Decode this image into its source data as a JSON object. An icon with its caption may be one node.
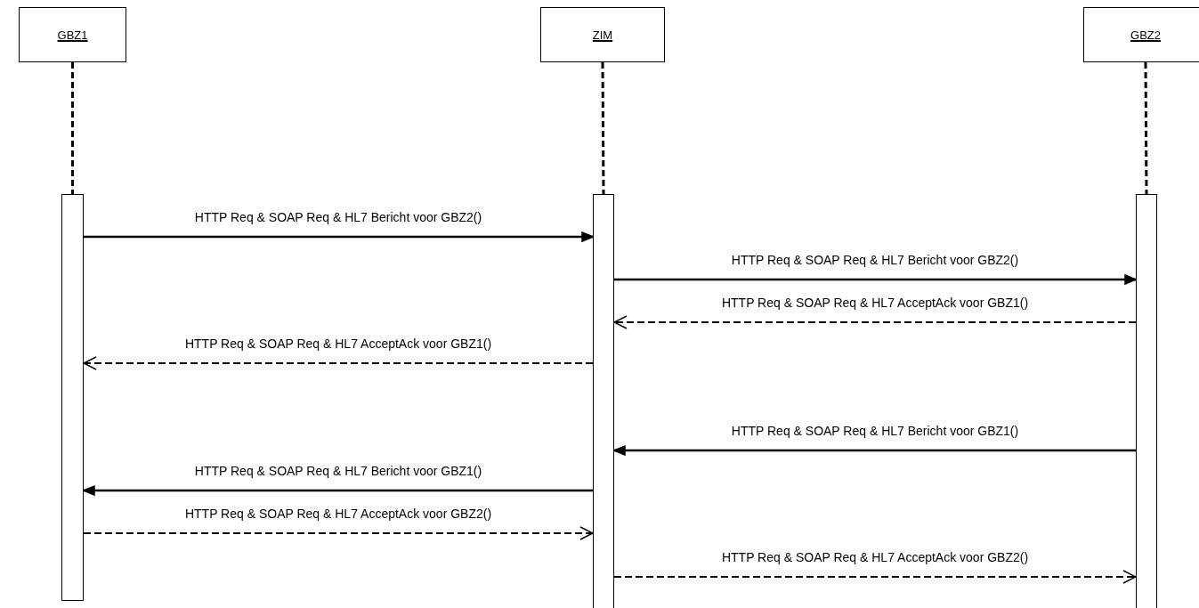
{
  "diagram": {
    "nodes": [
      {
        "text": [
          "GBZ1"
        ]
      },
      {
        "text": [
          "ZIM"
        ]
      },
      {
        "text": [
          "GBZ2"
        ]
      },
      {
        "text": [],
        "shape": "bar"
      },
      {
        "text": [],
        "shape": "bar"
      },
      {
        "text": [],
        "shape": "bar"
      }
    ],
    "edges": [
      {
        "from": 0,
        "to": 3,
        "arrow": "none",
        "style": "dashed"
      },
      {
        "from": 1,
        "to": 4,
        "arrow": "none",
        "style": "dashed"
      },
      {
        "from": 2,
        "to": 5,
        "arrow": "none",
        "style": "dashed"
      },
      {
        "from": 3,
        "to": 4,
        "arrow": "to",
        "label": "HTTP Req & SOAP Req & HL7 Bericht voor GBZ2()"
      },
      {
        "from": 4,
        "to": 5,
        "arrow": "to",
        "label": "HTTP Req & SOAP Req & HL7 Bericht voor GBZ2()"
      },
      {
        "from": 5,
        "to": 4,
        "arrow": "to",
        "label": "HTTP Req & SOAP Req & HL7 AcceptAck voor GBZ1()",
        "style": "dashed"
      },
      {
        "from": 4,
        "to": 3,
        "arrow": "to",
        "label": "HTTP Req & SOAP Req & HL7 AcceptAck voor GBZ1()",
        "style": "dashed"
      },
      {
        "from": 5,
        "to": 4,
        "arrow": "to",
        "label": "HTTP Req & SOAP Req & HL7 Bericht voor GBZ1()"
      },
      {
        "from": 4,
        "to": 3,
        "arrow": "to",
        "label": "HTTP Req & SOAP Req & HL7 Bericht voor GBZ1()"
      },
      {
        "from": 3,
        "to": 4,
        "arrow": "to",
        "label": "HTTP Req & SOAP Req & HL7 AcceptAck voor GBZ2()",
        "style": "dashed"
      },
      {
        "from": 4,
        "to": 5,
        "arrow": "to",
        "label": "HTTP Req & SOAP Req & HL7 AcceptAck voor GBZ2()",
        "style": "dashed"
      }
    ]
  }
}
